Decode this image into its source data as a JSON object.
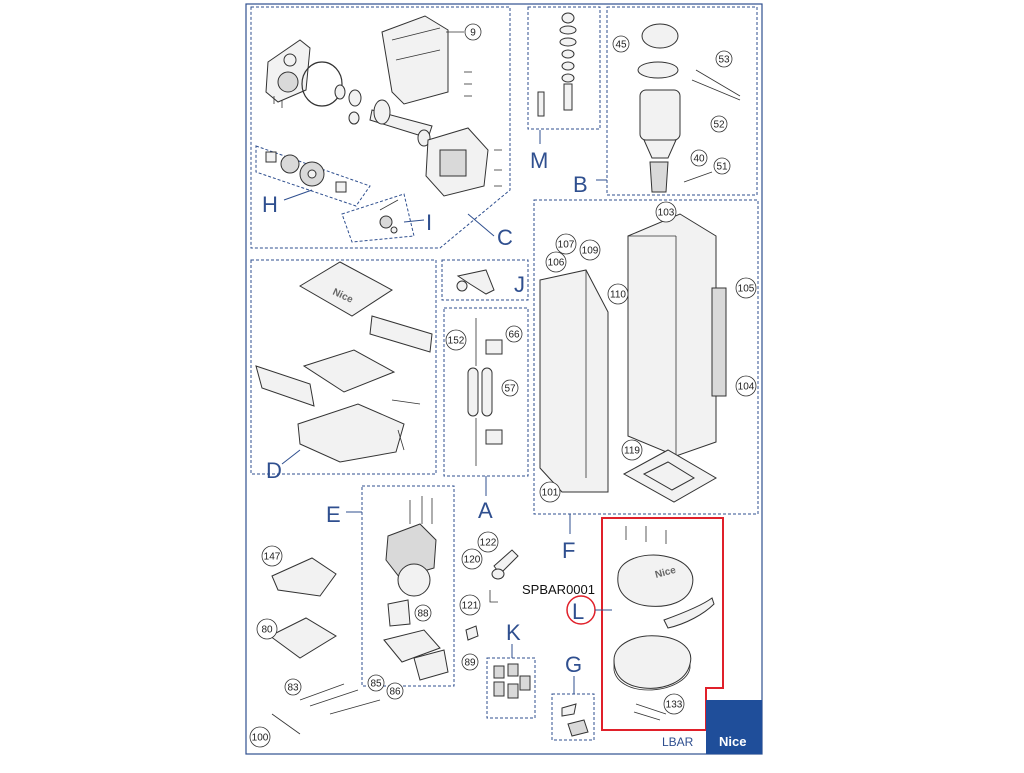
{
  "groups": {
    "A": "A",
    "B": "B",
    "C": "C",
    "D": "D",
    "E": "E",
    "F": "F",
    "G": "G",
    "H": "H",
    "I": "I",
    "J": "J",
    "K": "K",
    "L": "L",
    "M": "M"
  },
  "parts": {
    "p9": "9",
    "p45": "45",
    "p53": "53",
    "p52": "52",
    "p40": "40",
    "p51": "51",
    "p103": "103",
    "p107": "107",
    "p109": "109",
    "p106": "106",
    "p110": "110",
    "p105": "105",
    "p104": "104",
    "p66": "66",
    "p152": "152",
    "p57": "57",
    "p119": "119",
    "p101": "101",
    "p122": "122",
    "p120": "120",
    "p121": "121",
    "p147": "147",
    "p88": "88",
    "p80": "80",
    "p89": "89",
    "p83": "83",
    "p85": "85",
    "p86": "86",
    "p100": "100",
    "p133": "133"
  },
  "callout_code": "SPBAR0001",
  "model_label": "LBAR",
  "brand": "Nice",
  "lid_brand": "Nice",
  "colors": {
    "frame": "#2f4f8f",
    "highlight": "#e0202a",
    "brand_bg": "#1f4e9a"
  }
}
